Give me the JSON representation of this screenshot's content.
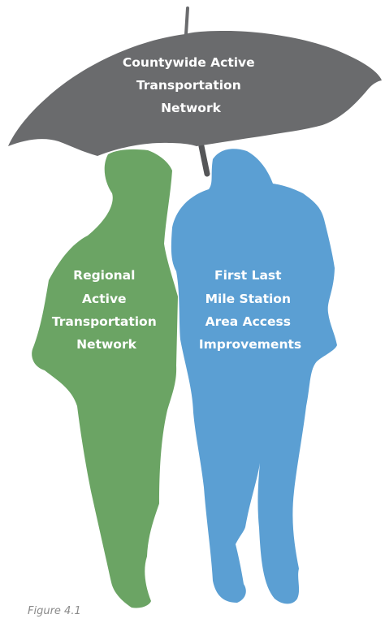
{
  "umbrella": {
    "lines": [
      "Countywide Active",
      "Transportation",
      "Network"
    ],
    "color": "#6a6b6d"
  },
  "left_figure": {
    "lines": [
      "Regional",
      "Active",
      "Transportation",
      "Network"
    ],
    "color": "#6ba464"
  },
  "right_figure": {
    "lines": [
      "First Last",
      "Mile Station",
      "Area Access",
      "Improvements"
    ],
    "color": "#5b9fd3"
  },
  "caption": "Figure 4.1"
}
